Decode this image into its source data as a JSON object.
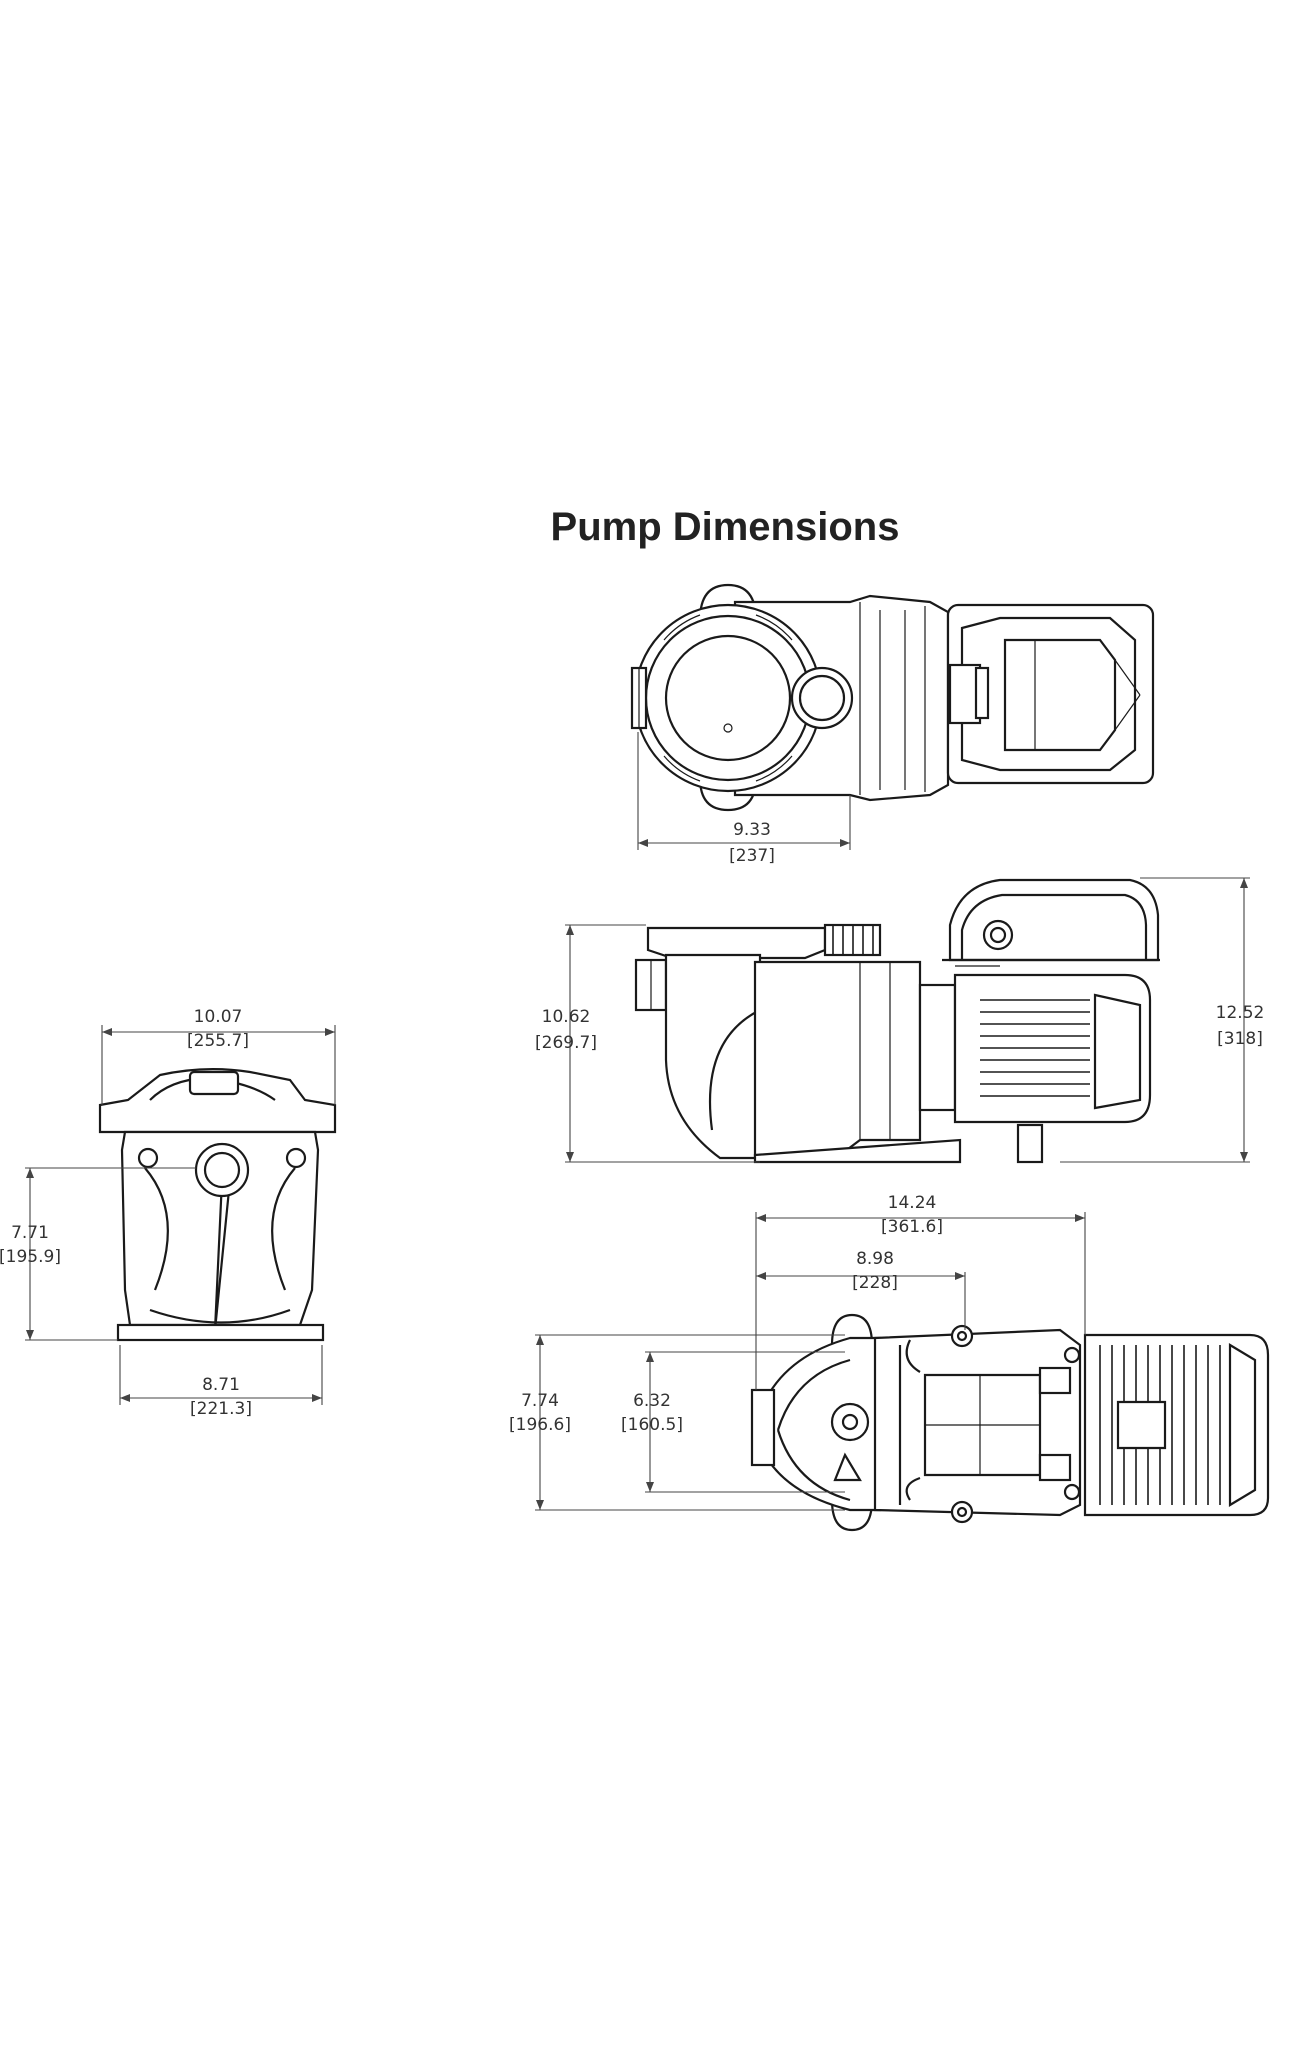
{
  "title": "Pump Dimensions",
  "colors": {
    "line": "#1a1a1a",
    "text": "#333333",
    "background": "#ffffff"
  },
  "views": {
    "top": {
      "width": {
        "inches": "9.33",
        "mm": "[237]"
      }
    },
    "side": {
      "height_left": {
        "inches": "10.62",
        "mm": "[269.7]"
      },
      "height_right": {
        "inches": "12.52",
        "mm": "[318]"
      }
    },
    "front": {
      "width_top": {
        "inches": "10.07",
        "mm": "[255.7]"
      },
      "height": {
        "inches": "7.71",
        "mm": "[195.9]"
      },
      "width_base": {
        "inches": "8.71",
        "mm": "[221.3]"
      }
    },
    "bottom": {
      "length_total": {
        "inches": "14.24",
        "mm": "[361.6]"
      },
      "length_partial": {
        "inches": "8.98",
        "mm": "[228]"
      },
      "width_outer": {
        "inches": "7.74",
        "mm": "[196.6]"
      },
      "width_inner": {
        "inches": "6.32",
        "mm": "[160.5]"
      }
    }
  }
}
